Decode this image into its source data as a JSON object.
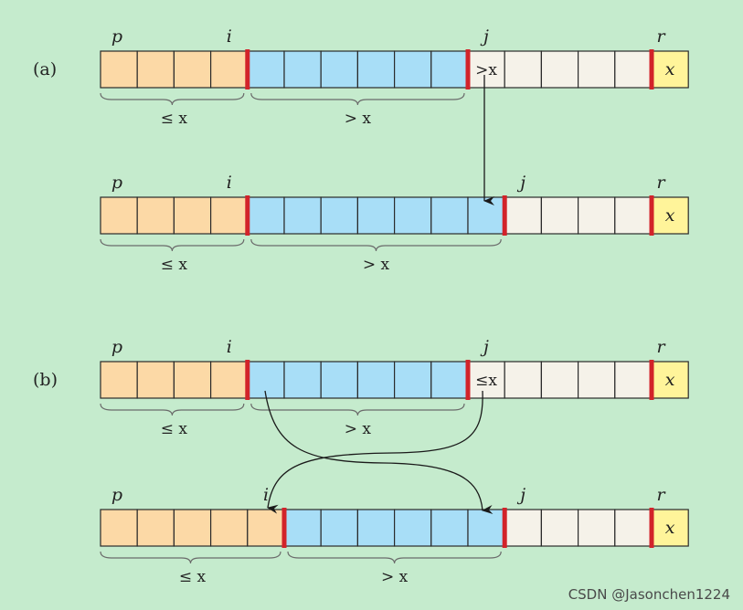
{
  "colors": {
    "background": "#c5ebcd",
    "le_region": "#fcd9a6",
    "gt_region": "#a8def7",
    "unknown_region": "#f5f2e9",
    "pivot": "#fff49a",
    "divider": "#d2232a",
    "cell_border": "#2a2a2a"
  },
  "case_labels": {
    "a": "(a)",
    "b": "(b)"
  },
  "rows": [
    {
      "id": "a-before",
      "le_cells": 4,
      "gt_cells": 6,
      "unknown_cells": 5,
      "current_cell_text": ">x",
      "labels": {
        "p": "p",
        "i": "i",
        "j": "j",
        "r": "r"
      },
      "pivot_text": "x",
      "brace_le_text": "≤ x",
      "brace_gt_text": "> x"
    },
    {
      "id": "a-after",
      "le_cells": 4,
      "gt_cells": 7,
      "unknown_cells": 4,
      "current_cell_text": "",
      "labels": {
        "p": "p",
        "i": "i",
        "j": "j",
        "r": "r"
      },
      "pivot_text": "x",
      "brace_le_text": "≤ x",
      "brace_gt_text": "> x"
    },
    {
      "id": "b-before",
      "le_cells": 4,
      "gt_cells": 6,
      "unknown_cells": 5,
      "current_cell_text": "≤x",
      "labels": {
        "p": "p",
        "i": "i",
        "j": "j",
        "r": "r"
      },
      "pivot_text": "x",
      "brace_le_text": "≤ x",
      "brace_gt_text": "> x"
    },
    {
      "id": "b-after",
      "le_cells": 5,
      "gt_cells": 6,
      "unknown_cells": 4,
      "current_cell_text": "",
      "labels": {
        "p": "p",
        "i": "i",
        "j": "j",
        "r": "r"
      },
      "pivot_text": "x",
      "brace_le_text": "≤ x",
      "brace_gt_text": "> x"
    }
  ],
  "watermark": "CSDN @Jasonchen1224"
}
